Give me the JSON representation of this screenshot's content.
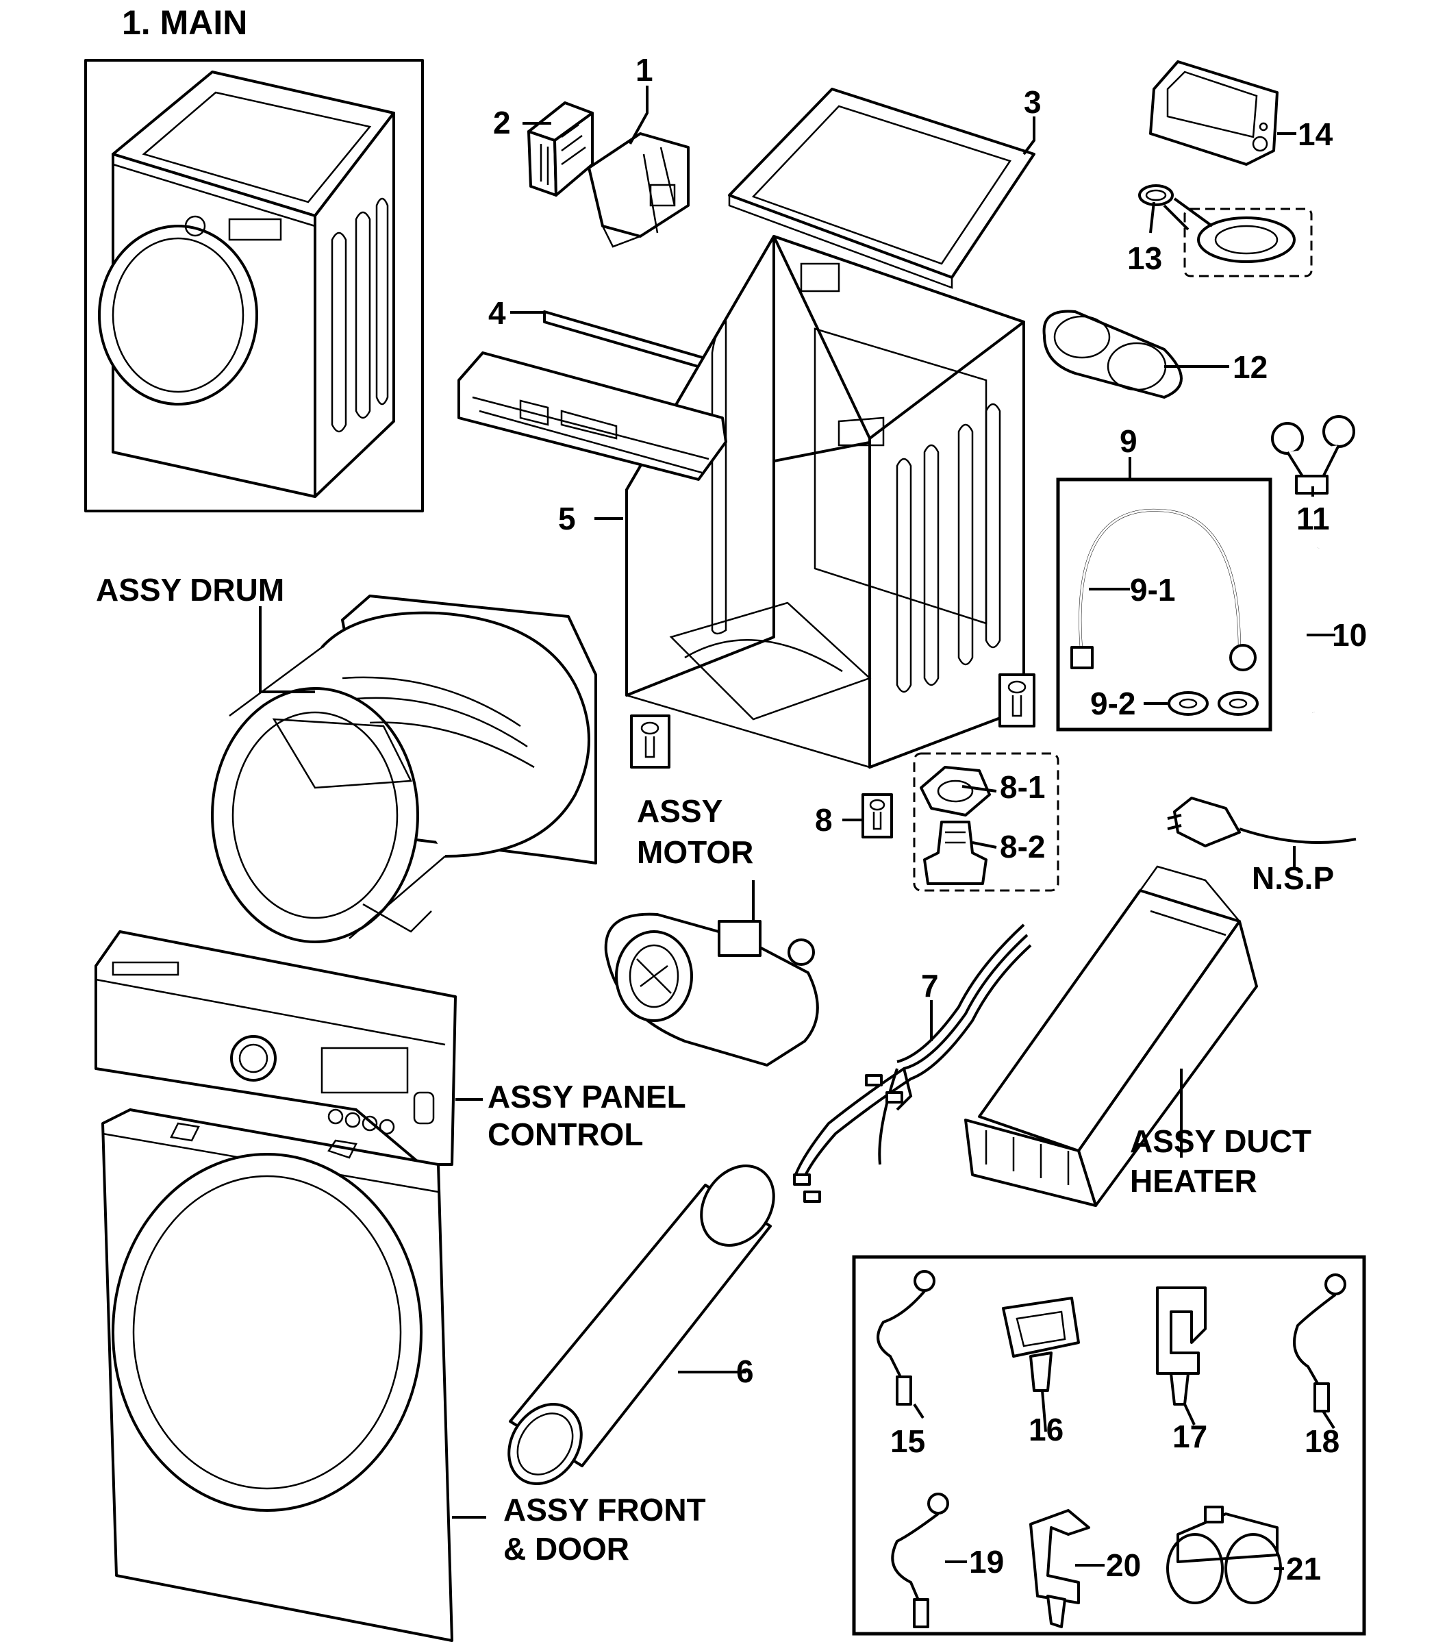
{
  "title": "1. MAIN",
  "callouts": {
    "p1": "1",
    "p2": "2",
    "p3": "3",
    "p4": "4",
    "p5": "5",
    "p6": "6",
    "p7": "7",
    "p8": "8",
    "p8_1": "8-1",
    "p8_2": "8-2",
    "p9": "9",
    "p9_1": "9-1",
    "p9_2": "9-2",
    "p10": "10",
    "p11": "11",
    "p12": "12",
    "p13": "13",
    "p14": "14",
    "p15": "15",
    "p16": "16",
    "p17": "17",
    "p18": "18",
    "p19": "19",
    "p20": "20",
    "p21": "21",
    "nsp": "N.S.P"
  },
  "assemblies": {
    "drum": "ASSY DRUM",
    "motor_1": "ASSY",
    "motor_2": "MOTOR",
    "panel_1": "ASSY PANEL",
    "panel_2": "CONTROL",
    "duct_1": "ASSY DUCT",
    "duct_2": "HEATER",
    "front_1": "ASSY FRONT",
    "front_2": "& DOOR"
  },
  "colors": {
    "line": "#000000",
    "background": "#ffffff"
  }
}
